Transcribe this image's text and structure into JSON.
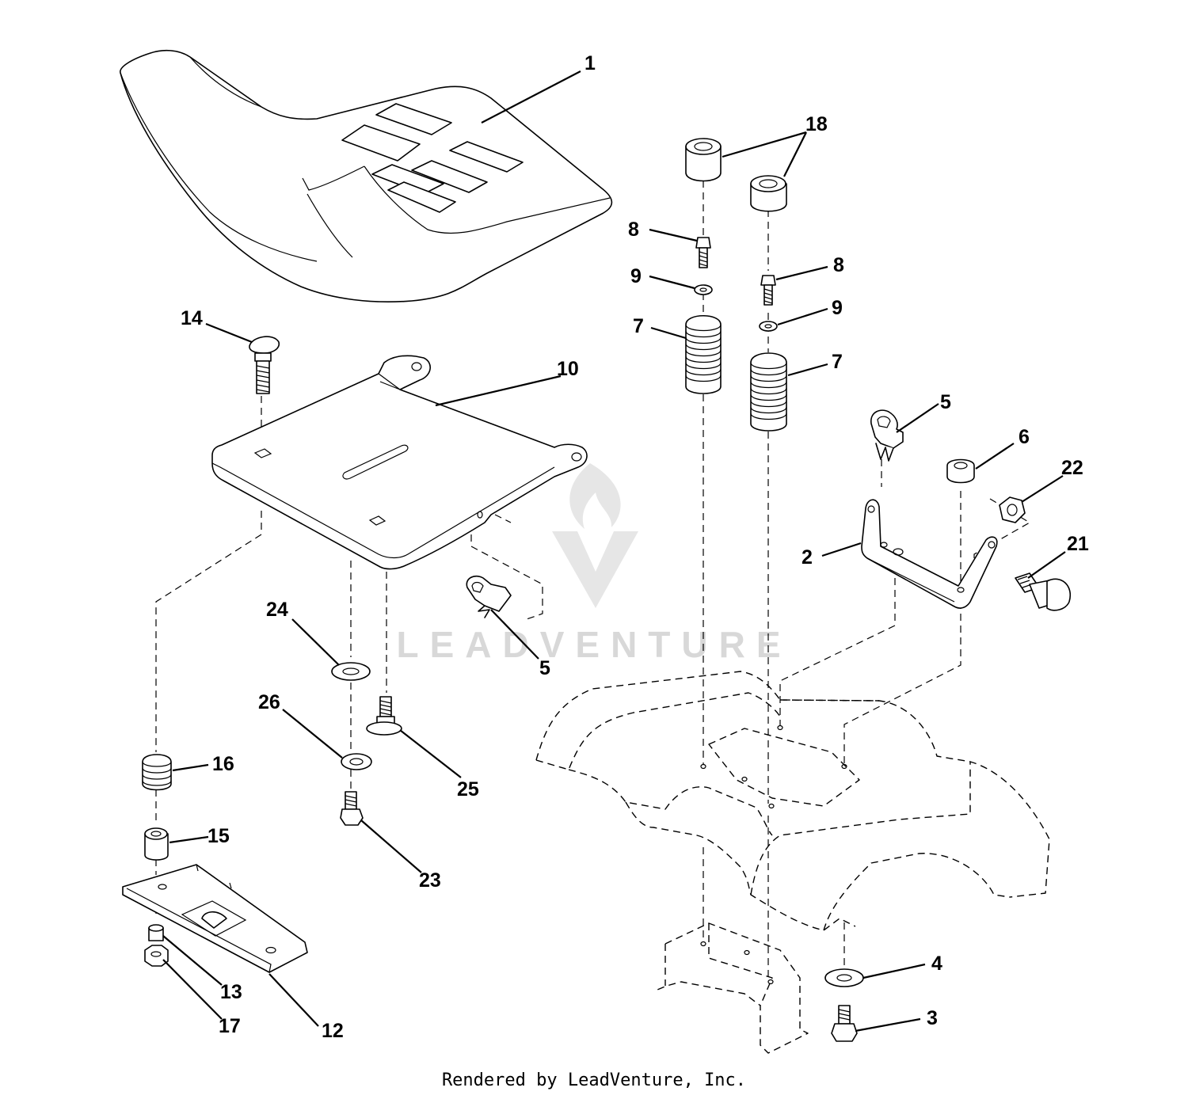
{
  "watermark": {
    "text": "LEADVENTURE",
    "logo_icon": "leadventure-logo-icon"
  },
  "footer": {
    "text": "Rendered by LeadVenture, Inc."
  },
  "callouts": {
    "seat": "1",
    "seat_pan": "10",
    "carriage_bolt": "14",
    "spring_left": "7",
    "spring_right": "7",
    "bolt_left": "8",
    "bolt_right": "8",
    "washer_left": "9",
    "washer_right": "9",
    "bumpers": "18",
    "clip_upper": "5",
    "clip_lower": "5",
    "nut_6": "6",
    "nut_22": "22",
    "bracket": "2",
    "bolt_21": "21",
    "washer_24": "24",
    "washer_26": "26",
    "bolt_25": "25",
    "spring_16": "16",
    "spacer_15": "15",
    "bolt_23": "23",
    "plate_12": "12",
    "nut_13": "13",
    "nut_17": "17",
    "washer_4": "4",
    "bolt_3": "3"
  }
}
